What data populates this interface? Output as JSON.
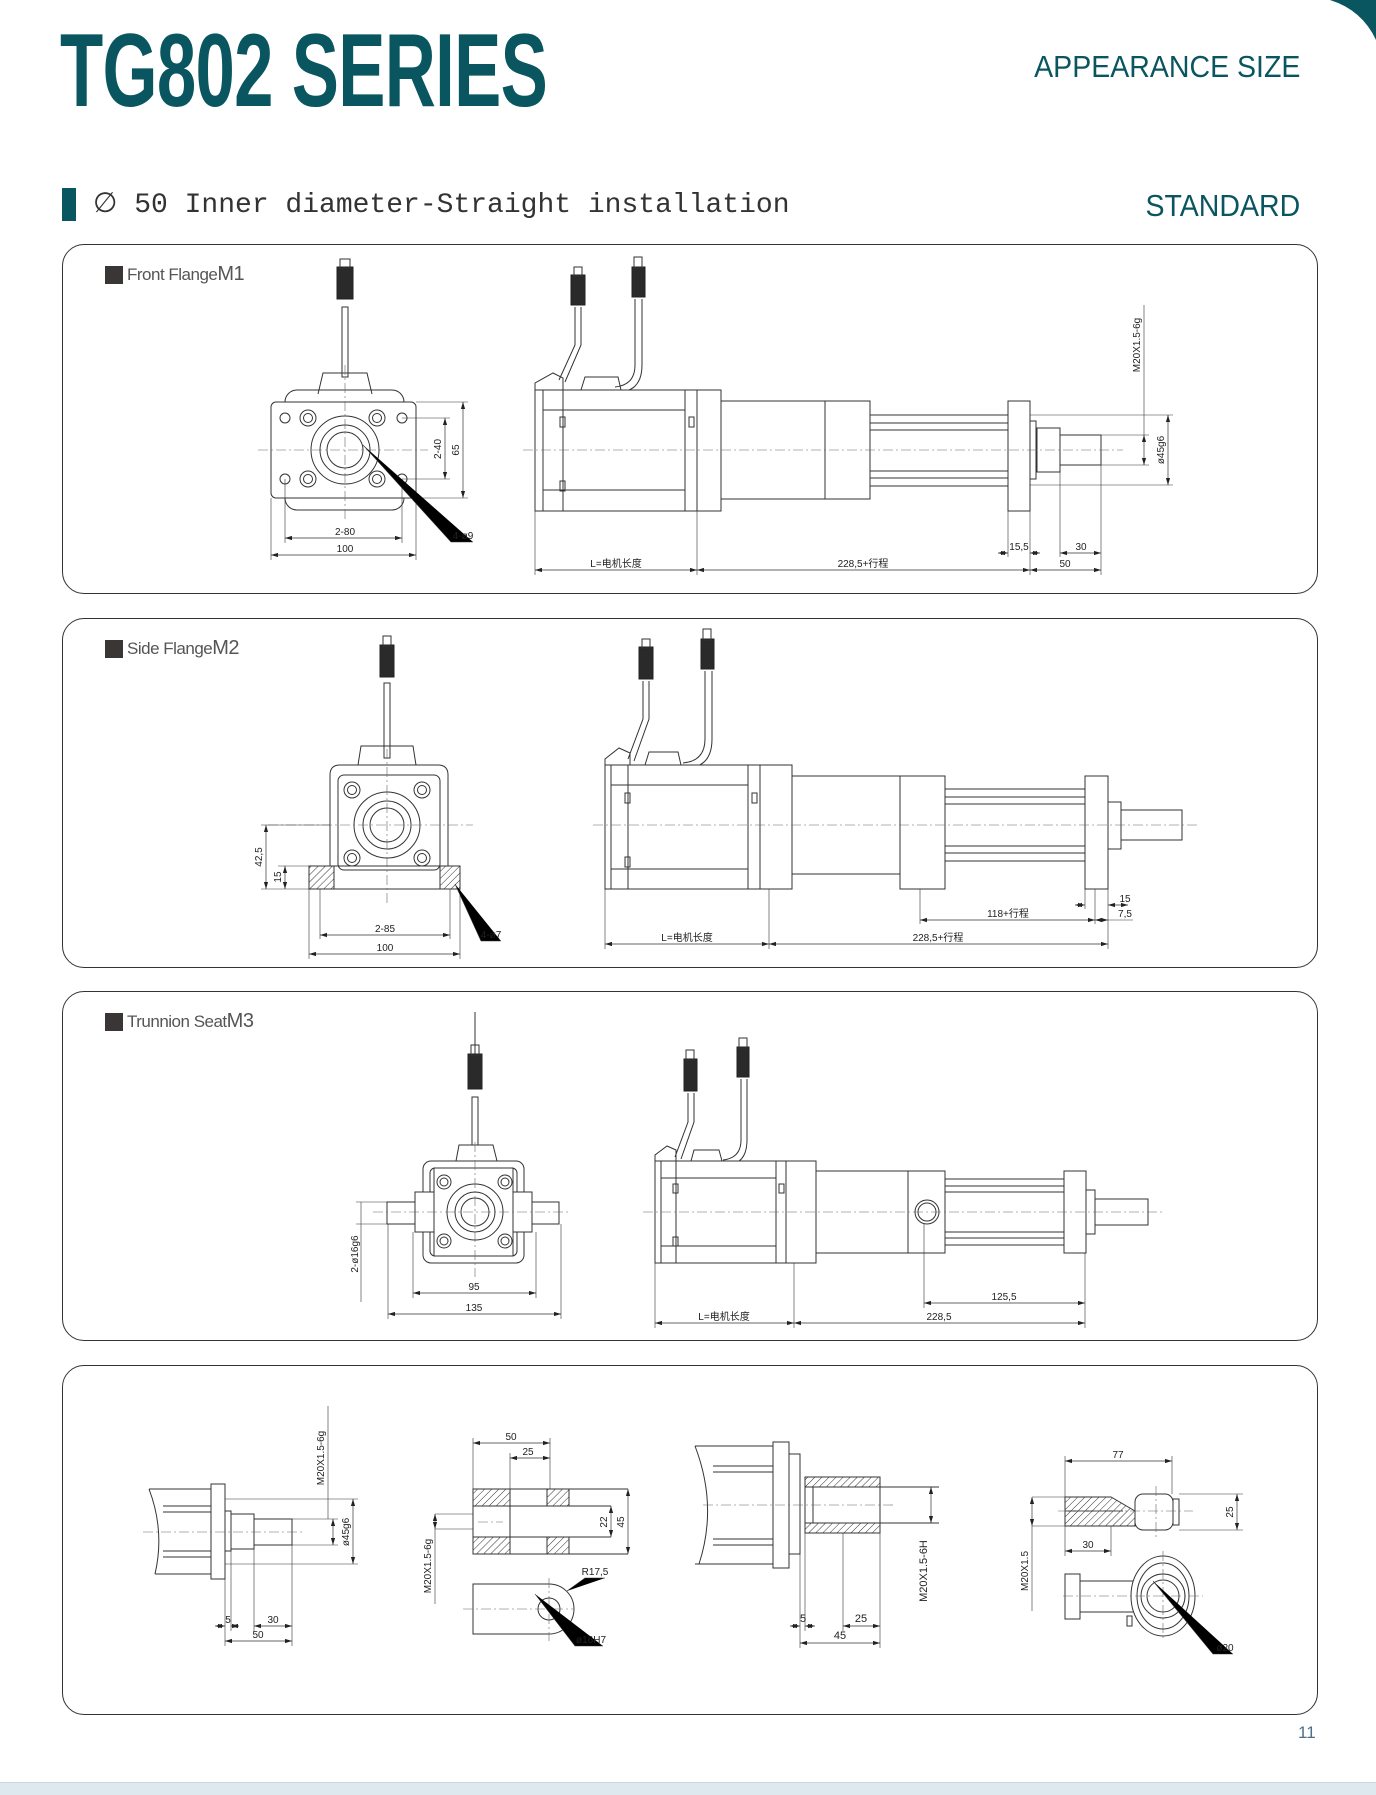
{
  "header": {
    "title": "TG802 SERIES",
    "subtitle": "APPEARANCE SIZE"
  },
  "section": {
    "title": "∅ 50 Inner diameter-Straight installation",
    "tag": "STANDARD"
  },
  "colors": {
    "brand": "#0a5660",
    "border": "#333333",
    "band": "#dde9ee"
  },
  "panels": [
    {
      "label_text": "Front Flange ",
      "label_code": "M1",
      "front": {
        "w_holes": "2-80",
        "w_total": "100",
        "h_holes": "2-40",
        "h_total": "65",
        "holes": "4-ø9"
      },
      "side": {
        "motor_len": "L=电机长度",
        "body_len": "228,5+行程",
        "plate": "15,5",
        "thread_len": "30",
        "rod_len": "50",
        "thread": "M20X1.5-6g",
        "dia": "ø45g6"
      }
    },
    {
      "label_text": "Side Flange ",
      "label_code": "M2",
      "front": {
        "w_holes": "2-85",
        "w_total": "100",
        "h_center": "42,5",
        "h_foot": "15",
        "holes": "4-ø7"
      },
      "side": {
        "motor_len": "L=电机长度",
        "body_len": "228,5+行程",
        "foot_pos": "118+行程",
        "foot_w": "15",
        "foot_off": "7,5"
      }
    },
    {
      "label_text": "Trunnion Seat ",
      "label_code": "M3",
      "front": {
        "w_inner": "95",
        "w_total": "135",
        "pin": "2-ø16g6"
      },
      "side": {
        "motor_len": "L=电机长度",
        "body_len": "228,5",
        "pivot": "125,5"
      }
    },
    {
      "rod_end": {
        "thread": "M20X1.5-6g",
        "dia": "ø45g6",
        "gap": "5",
        "thread_len": "30",
        "len": "50"
      },
      "clevis": {
        "len": "50",
        "slot": "25",
        "inner": "22",
        "outer": "45",
        "thread": "M20X1.5-6g",
        "radius": "R17,5",
        "hole": "ø16H7"
      },
      "female": {
        "thread": "M20X1.5-6H",
        "gap": "5",
        "depth": "25",
        "len": "45"
      },
      "rod_eye": {
        "len": "77",
        "width": "25",
        "thread": "M20X1.5",
        "thread_len": "30",
        "hole": "ø20"
      }
    }
  ],
  "page_number": "11"
}
